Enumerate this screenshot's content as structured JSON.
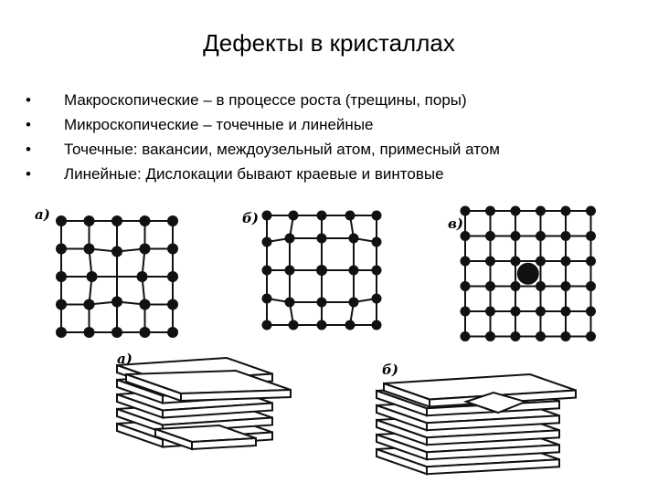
{
  "slide": {
    "title": "Дефекты в кристаллах",
    "bullets": [
      "Макроскопические – в процессе роста (трещины, поры)",
      "Микроскопические – точечные и линейные",
      "Точечные: вакансии, междоузельный атом, примесный атом",
      "Линейные: Дислокации бывают краевые и винтовые"
    ],
    "bullet_glyph": "•"
  },
  "figure_point": {
    "labels": [
      "а)",
      "б)",
      "в)"
    ],
    "ink_color": "#111111"
  },
  "figure_line": {
    "labels": [
      "а)",
      "б)"
    ]
  }
}
